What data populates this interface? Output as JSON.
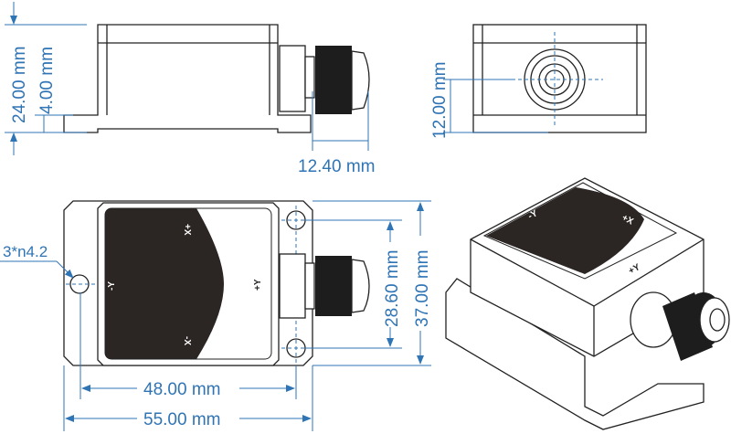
{
  "dimensions": {
    "height_total": "24.00 mm",
    "flange_height": "4.00 mm",
    "gland_length": "12.40 mm",
    "gland_center_height": "12.00 mm",
    "hole_spec": "3*n4.2",
    "hole_spacing_y": "28.60 mm",
    "width_total_y": "37.00 mm",
    "hole_spacing_x": "48.00 mm",
    "length_total": "55.00 mm"
  },
  "axis_labels": {
    "plus_x": "+X",
    "minus_x": "-X",
    "plus_y": "+Y",
    "minus_y": "-Y"
  },
  "colors": {
    "dimension": "#2f74b5",
    "panel": "#2b2523"
  }
}
